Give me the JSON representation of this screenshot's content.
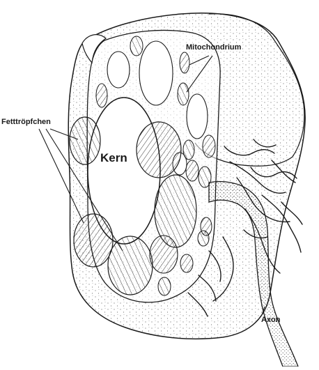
{
  "labels": {
    "mitochondrium": "Mitochondrium",
    "fetttroepfchen": "Fetttröpfchen",
    "kern": "Kern",
    "axon": "Axon"
  },
  "colors": {
    "ink": "#1a1a1a",
    "background": "#ffffff"
  }
}
